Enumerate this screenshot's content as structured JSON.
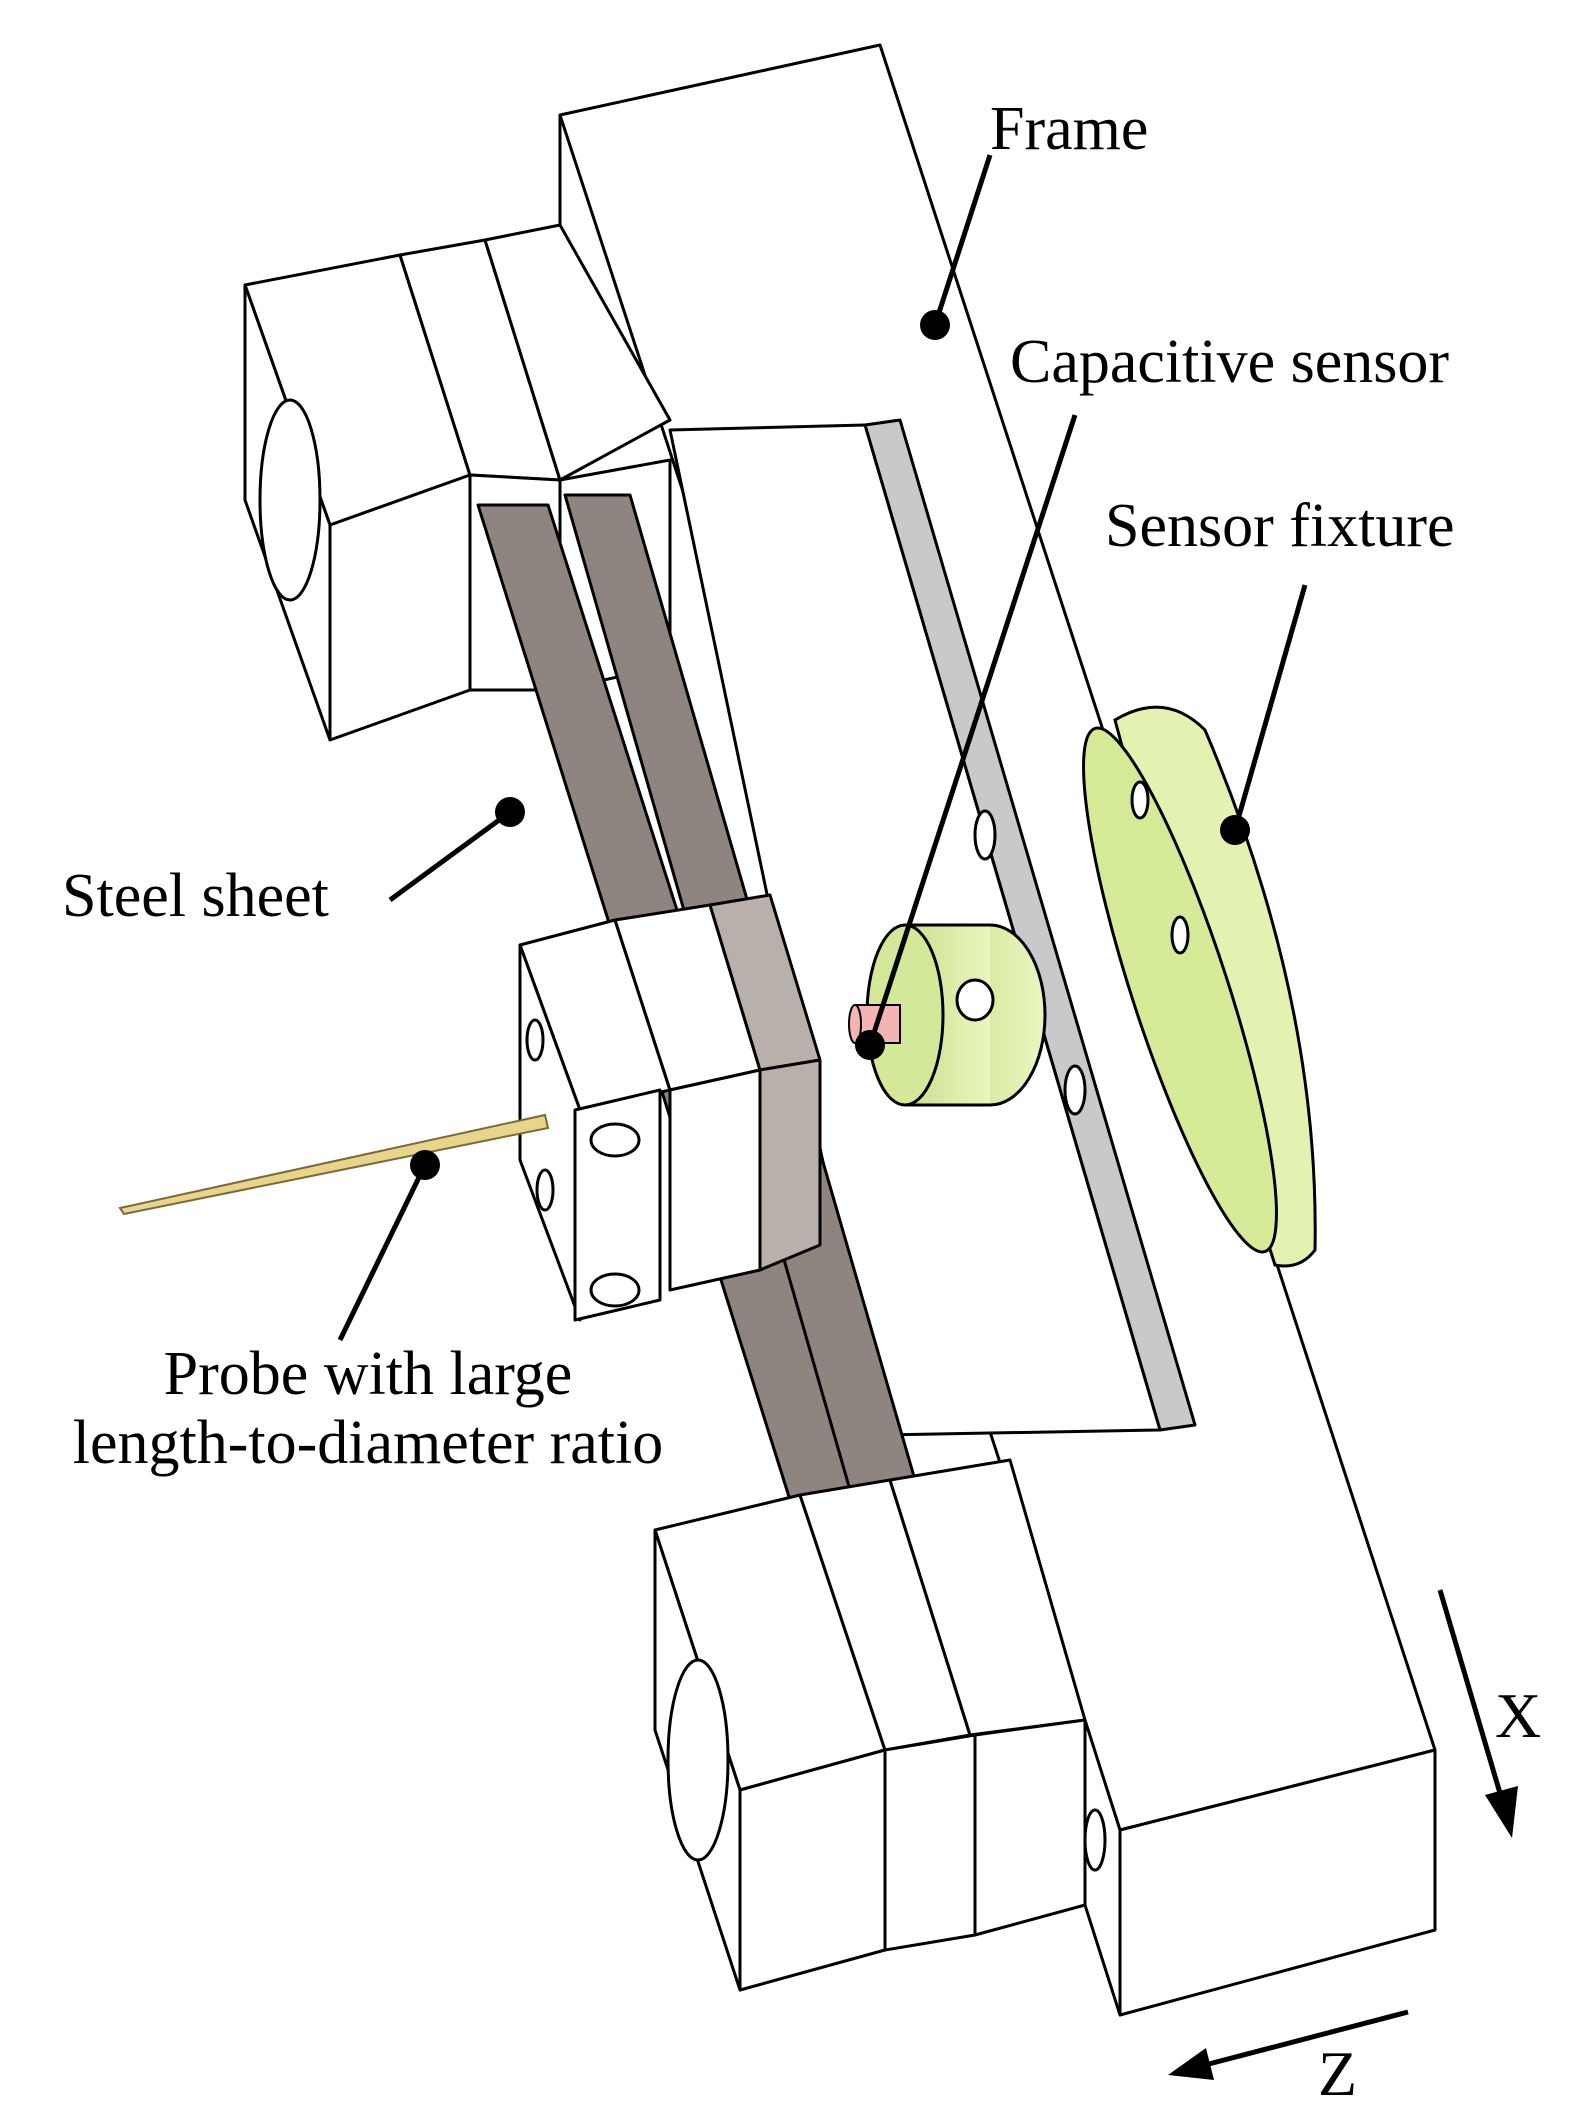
{
  "labels": {
    "frame": "Frame",
    "capacitive_sensor": "Capacitive sensor",
    "sensor_fixture": "Sensor fixture",
    "steel_sheet": "Steel sheet",
    "probe_line1": "Probe with large",
    "probe_line2": "length-to-diameter ratio",
    "axis_x": "X",
    "axis_z": "Z"
  },
  "colors": {
    "fixture_green": "#e3f2b0",
    "sensor_tip_pink": "#f4b4b4",
    "steel_sheet_gray": "#8f8580",
    "frame_side_gray": "#c9c9c9",
    "probe_gold": "#e8d48a"
  }
}
